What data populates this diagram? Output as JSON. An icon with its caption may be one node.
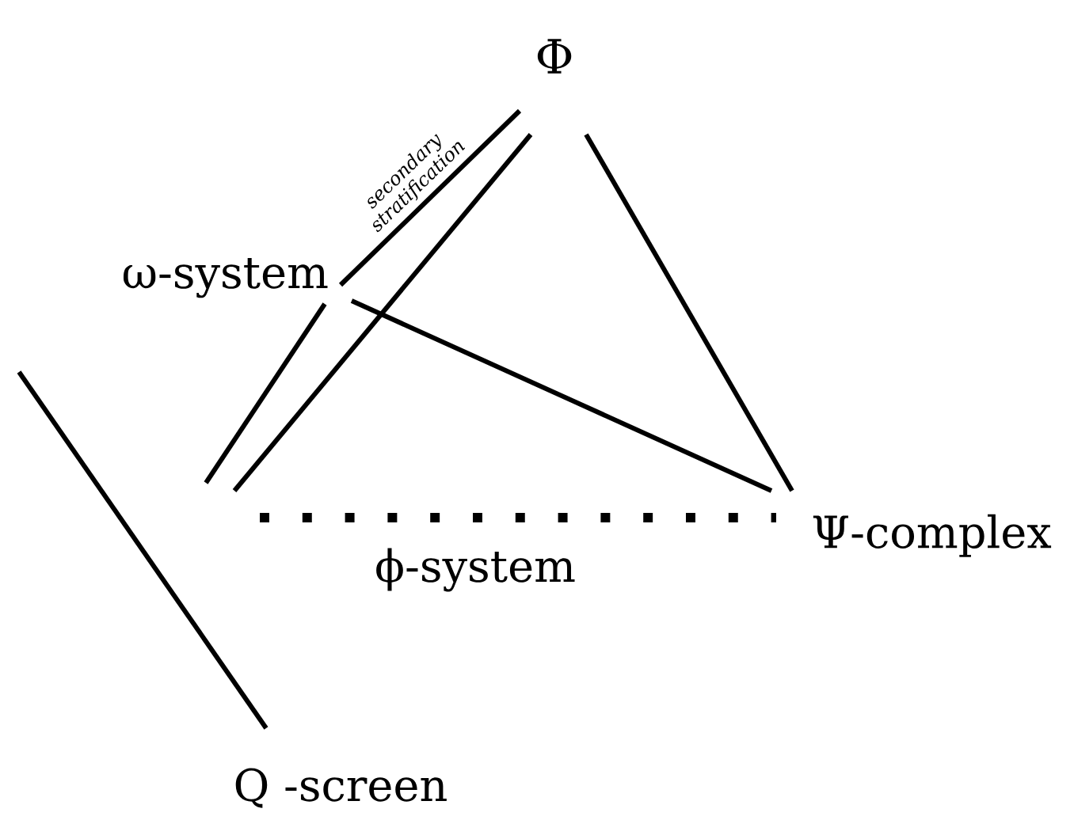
{
  "diagram": {
    "nodes": [
      {
        "text": [
          "Φ"
        ]
      },
      {
        "text": [
          "ω-system"
        ]
      },
      {
        "text": [
          "Ψ-complex"
        ]
      },
      {
        "text": [
          "Q -screen"
        ]
      }
    ],
    "edges": [
      {
        "from": 0,
        "to": 2,
        "arrow": "none"
      },
      {
        "from": 1,
        "to": 2,
        "arrow": "none"
      },
      {
        "from": 0,
        "to": null,
        "arrow": "none"
      },
      {
        "from": 1,
        "to": null,
        "arrow": "none"
      },
      {
        "from": 1,
        "to": 0,
        "arrow": "none",
        "label": "secondary stratification"
      },
      {
        "from": null,
        "to": 3,
        "arrow": "none"
      }
    ],
    "labels": [
      "ϕ-system"
    ]
  }
}
